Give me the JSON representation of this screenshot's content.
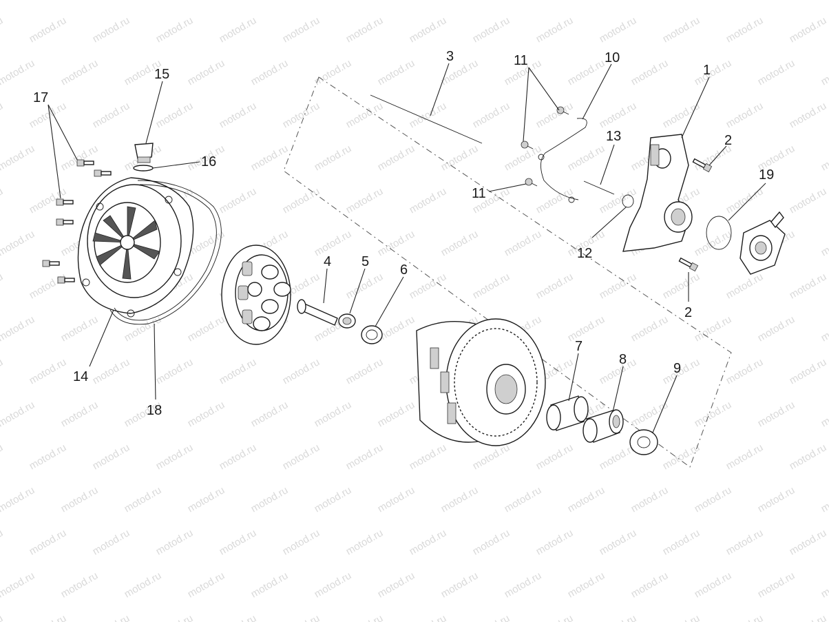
{
  "watermark": "motod.ru",
  "callouts": {
    "c1": "1",
    "c2a": "2",
    "c2b": "2",
    "c3": "3",
    "c4": "4",
    "c5": "5",
    "c6": "6",
    "c7": "7",
    "c8": "8",
    "c9": "9",
    "c10": "10",
    "c11a": "11",
    "c11b": "11",
    "c12": "12",
    "c13": "13",
    "c14": "14",
    "c15": "15",
    "c16": "16",
    "c17": "17",
    "c18": "18",
    "c19": "19"
  }
}
